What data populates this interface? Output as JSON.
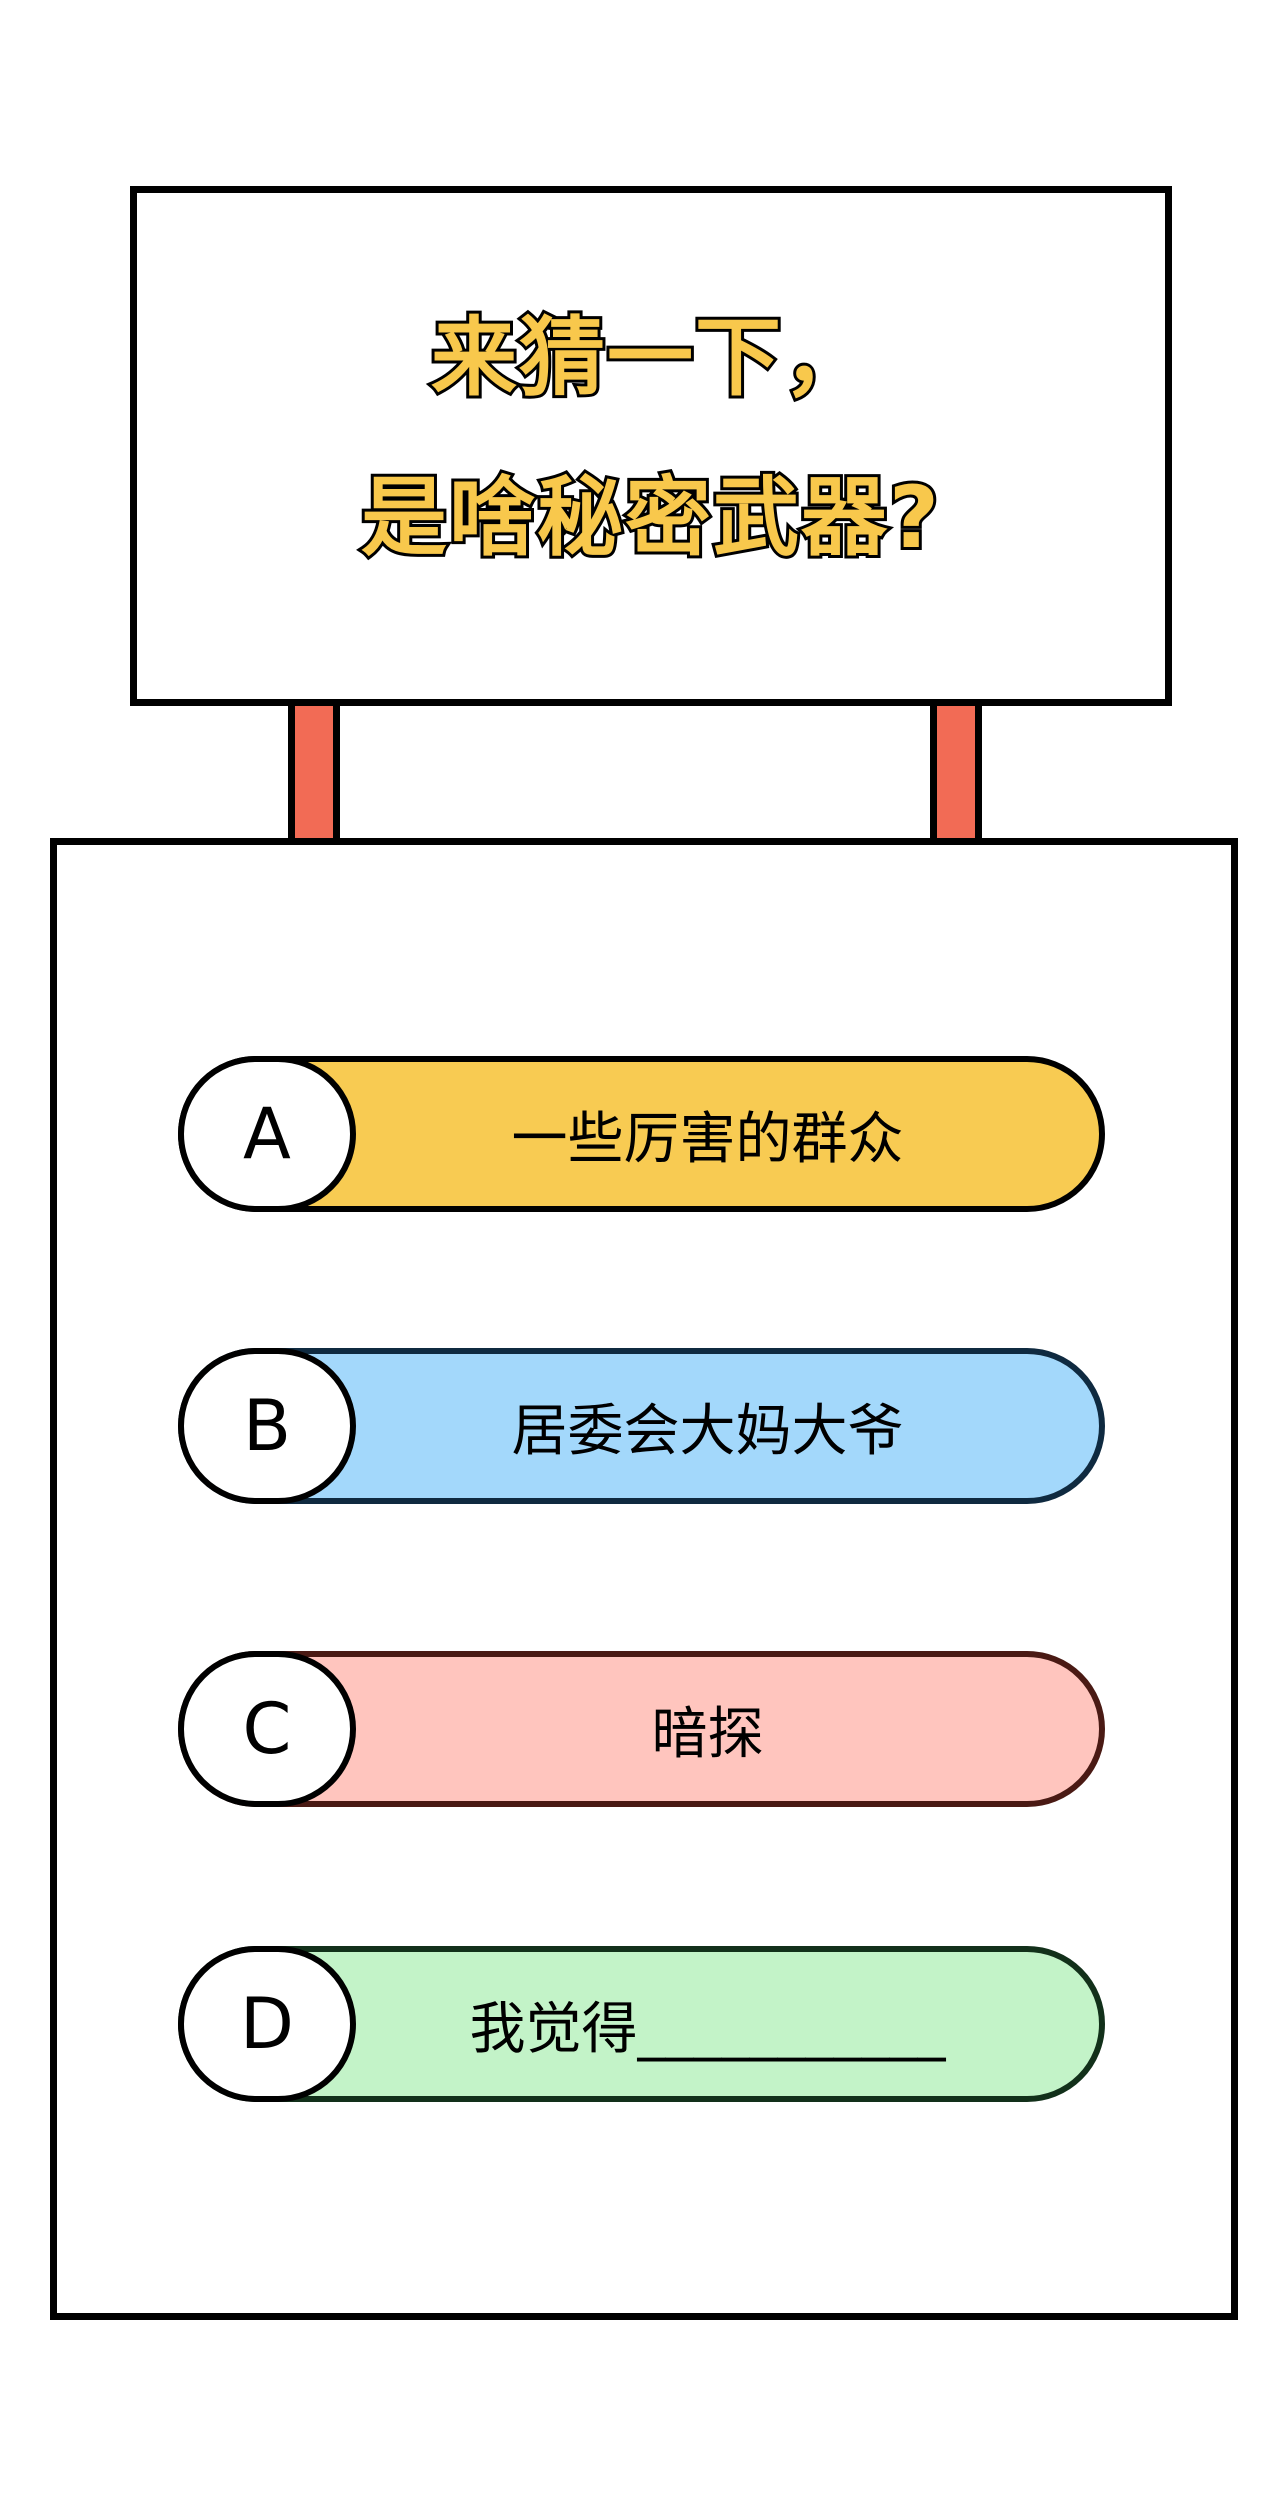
{
  "title": {
    "line1": "来猜一下，",
    "line2": "是啥秘密武器?"
  },
  "options": [
    {
      "letter": "A",
      "text": "一些厉害的群众",
      "color": "#f8cb52",
      "border": "#000000"
    },
    {
      "letter": "B",
      "text": "居委会大妈大爷",
      "color": "#a3d8fb",
      "border": "#0f2a40"
    },
    {
      "letter": "C",
      "text": "暗探",
      "color": "#ffc5be",
      "border": "#4a1a14"
    },
    {
      "letter": "D",
      "text": "我觉得___________",
      "color": "#c3f3c8",
      "border": "#12301a"
    }
  ],
  "colors": {
    "title_fill": "#f8c84c",
    "post": "#f26b55",
    "outline": "#000000"
  }
}
